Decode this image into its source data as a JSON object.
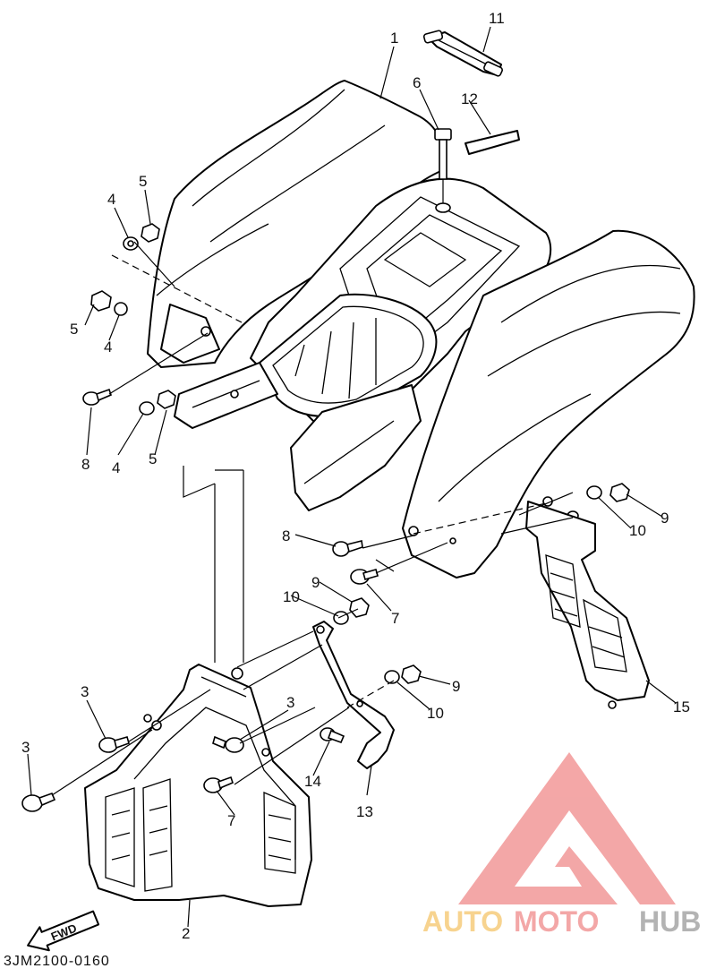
{
  "diagram": {
    "drawing_code": "3JM2100-0160",
    "direction_label": "FWD",
    "callouts": [
      {
        "id": "c1a",
        "text": "1"
      },
      {
        "id": "c2a",
        "text": "2"
      },
      {
        "id": "c3a",
        "text": "3"
      },
      {
        "id": "c3b",
        "text": "3"
      },
      {
        "id": "c3c",
        "text": "3"
      },
      {
        "id": "c4a",
        "text": "4"
      },
      {
        "id": "c4b",
        "text": "4"
      },
      {
        "id": "c4c",
        "text": "4"
      },
      {
        "id": "c5a",
        "text": "5"
      },
      {
        "id": "c5b",
        "text": "5"
      },
      {
        "id": "c5c",
        "text": "5"
      },
      {
        "id": "c6a",
        "text": "6"
      },
      {
        "id": "c7a",
        "text": "7"
      },
      {
        "id": "c7b",
        "text": "7"
      },
      {
        "id": "c8a",
        "text": "8"
      },
      {
        "id": "c8b",
        "text": "8"
      },
      {
        "id": "c9a",
        "text": "9"
      },
      {
        "id": "c9b",
        "text": "9"
      },
      {
        "id": "c9c",
        "text": "9"
      },
      {
        "id": "c10a",
        "text": "10"
      },
      {
        "id": "c10b",
        "text": "10"
      },
      {
        "id": "c10c",
        "text": "10"
      },
      {
        "id": "c11a",
        "text": "11"
      },
      {
        "id": "c12a",
        "text": "12"
      },
      {
        "id": "c13a",
        "text": "13"
      },
      {
        "id": "c14a",
        "text": "14"
      },
      {
        "id": "c15a",
        "text": "15"
      }
    ]
  },
  "watermark": {
    "brand_part_1": "AUTO",
    "brand_part_2": "MOTO",
    "brand_part_3": "HUB",
    "color_1": "#f5c56a",
    "color_2": "#f08a8a",
    "color_3": "#9a9a9a"
  }
}
